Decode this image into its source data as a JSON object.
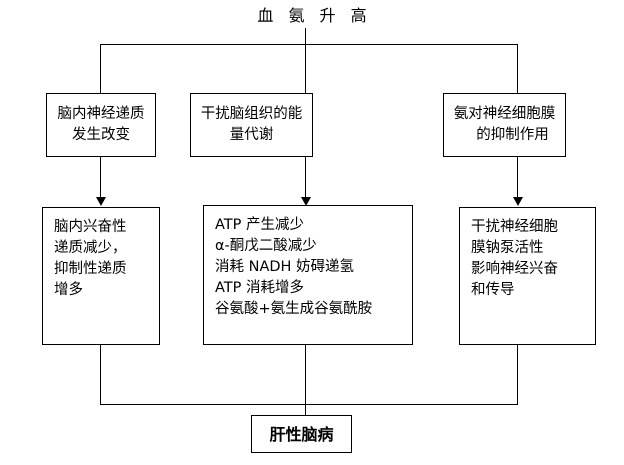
{
  "diagram": {
    "title": "血 氨 升 高",
    "type": "flowchart",
    "orientation": "top-down",
    "line_color": "#000000",
    "background_color": "#ffffff",
    "mechanism_boxes": [
      {
        "id": "mechanism-1",
        "lines": [
          "脑内神经递质",
          "发生改变"
        ]
      },
      {
        "id": "mechanism-2",
        "lines": [
          "干扰脑组织的能",
          "量代谢"
        ]
      },
      {
        "id": "mechanism-3",
        "lines": [
          "氨对神经细胞膜",
          "的抑制作用"
        ]
      }
    ],
    "effect_boxes": [
      {
        "id": "effect-1",
        "lines": [
          "脑内兴奋性",
          "递质减少，",
          "抑制性递质",
          "增多"
        ]
      },
      {
        "id": "effect-2",
        "lines": [
          "ATP 产生减少",
          "α-酮戊二酸减少",
          "消耗 NADH 妨碍递氢",
          "ATP 消耗增多",
          "谷氨酸+氨生成谷氨酰胺"
        ]
      },
      {
        "id": "effect-3",
        "lines": [
          "干扰神经细胞",
          "膜钠泵活性",
          "影响神经兴奋",
          "和传导"
        ]
      }
    ],
    "outcome": {
      "id": "outcome",
      "label": "肝性脑病"
    }
  }
}
